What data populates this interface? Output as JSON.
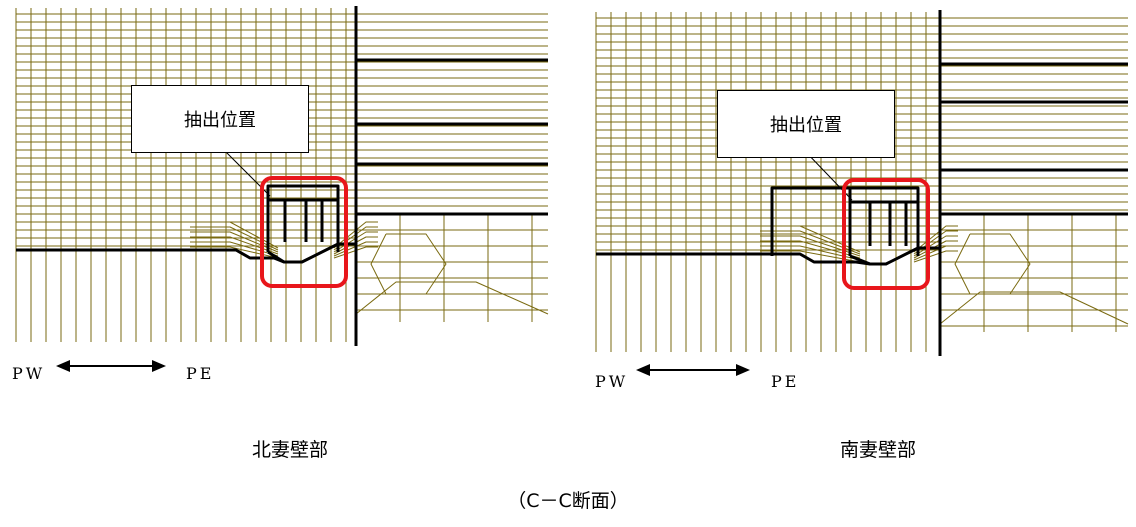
{
  "panels": [
    {
      "id": "north",
      "callout": "抽出位置",
      "dir_left": "PW",
      "dir_right": "PE",
      "caption": "北妻壁部"
    },
    {
      "id": "south",
      "callout": "抽出位置",
      "dir_left": "PW",
      "dir_right": "PE",
      "caption": "南妻壁部"
    }
  ],
  "section_caption": "（C－C断面）",
  "colors": {
    "mesh": "#7a6a10",
    "structure": "#000000",
    "highlight": "#e8161b"
  }
}
